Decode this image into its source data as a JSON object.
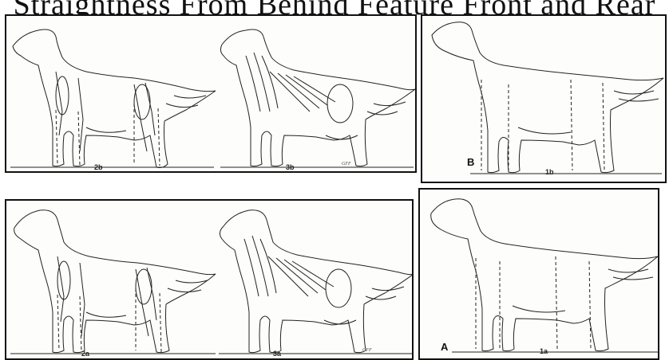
{
  "header": {
    "title": "Straightness From Behind Feature Front and Rear"
  },
  "panels": {
    "top_left": {
      "labels": [
        "2b",
        "3b"
      ],
      "signature": "GFF"
    },
    "top_right": {
      "letter": "B",
      "label": "1b"
    },
    "bottom_left": {
      "labels": [
        "2a",
        "3a"
      ],
      "signature": "GFF"
    },
    "bottom_right": {
      "letter": "A",
      "label": "1a"
    }
  }
}
